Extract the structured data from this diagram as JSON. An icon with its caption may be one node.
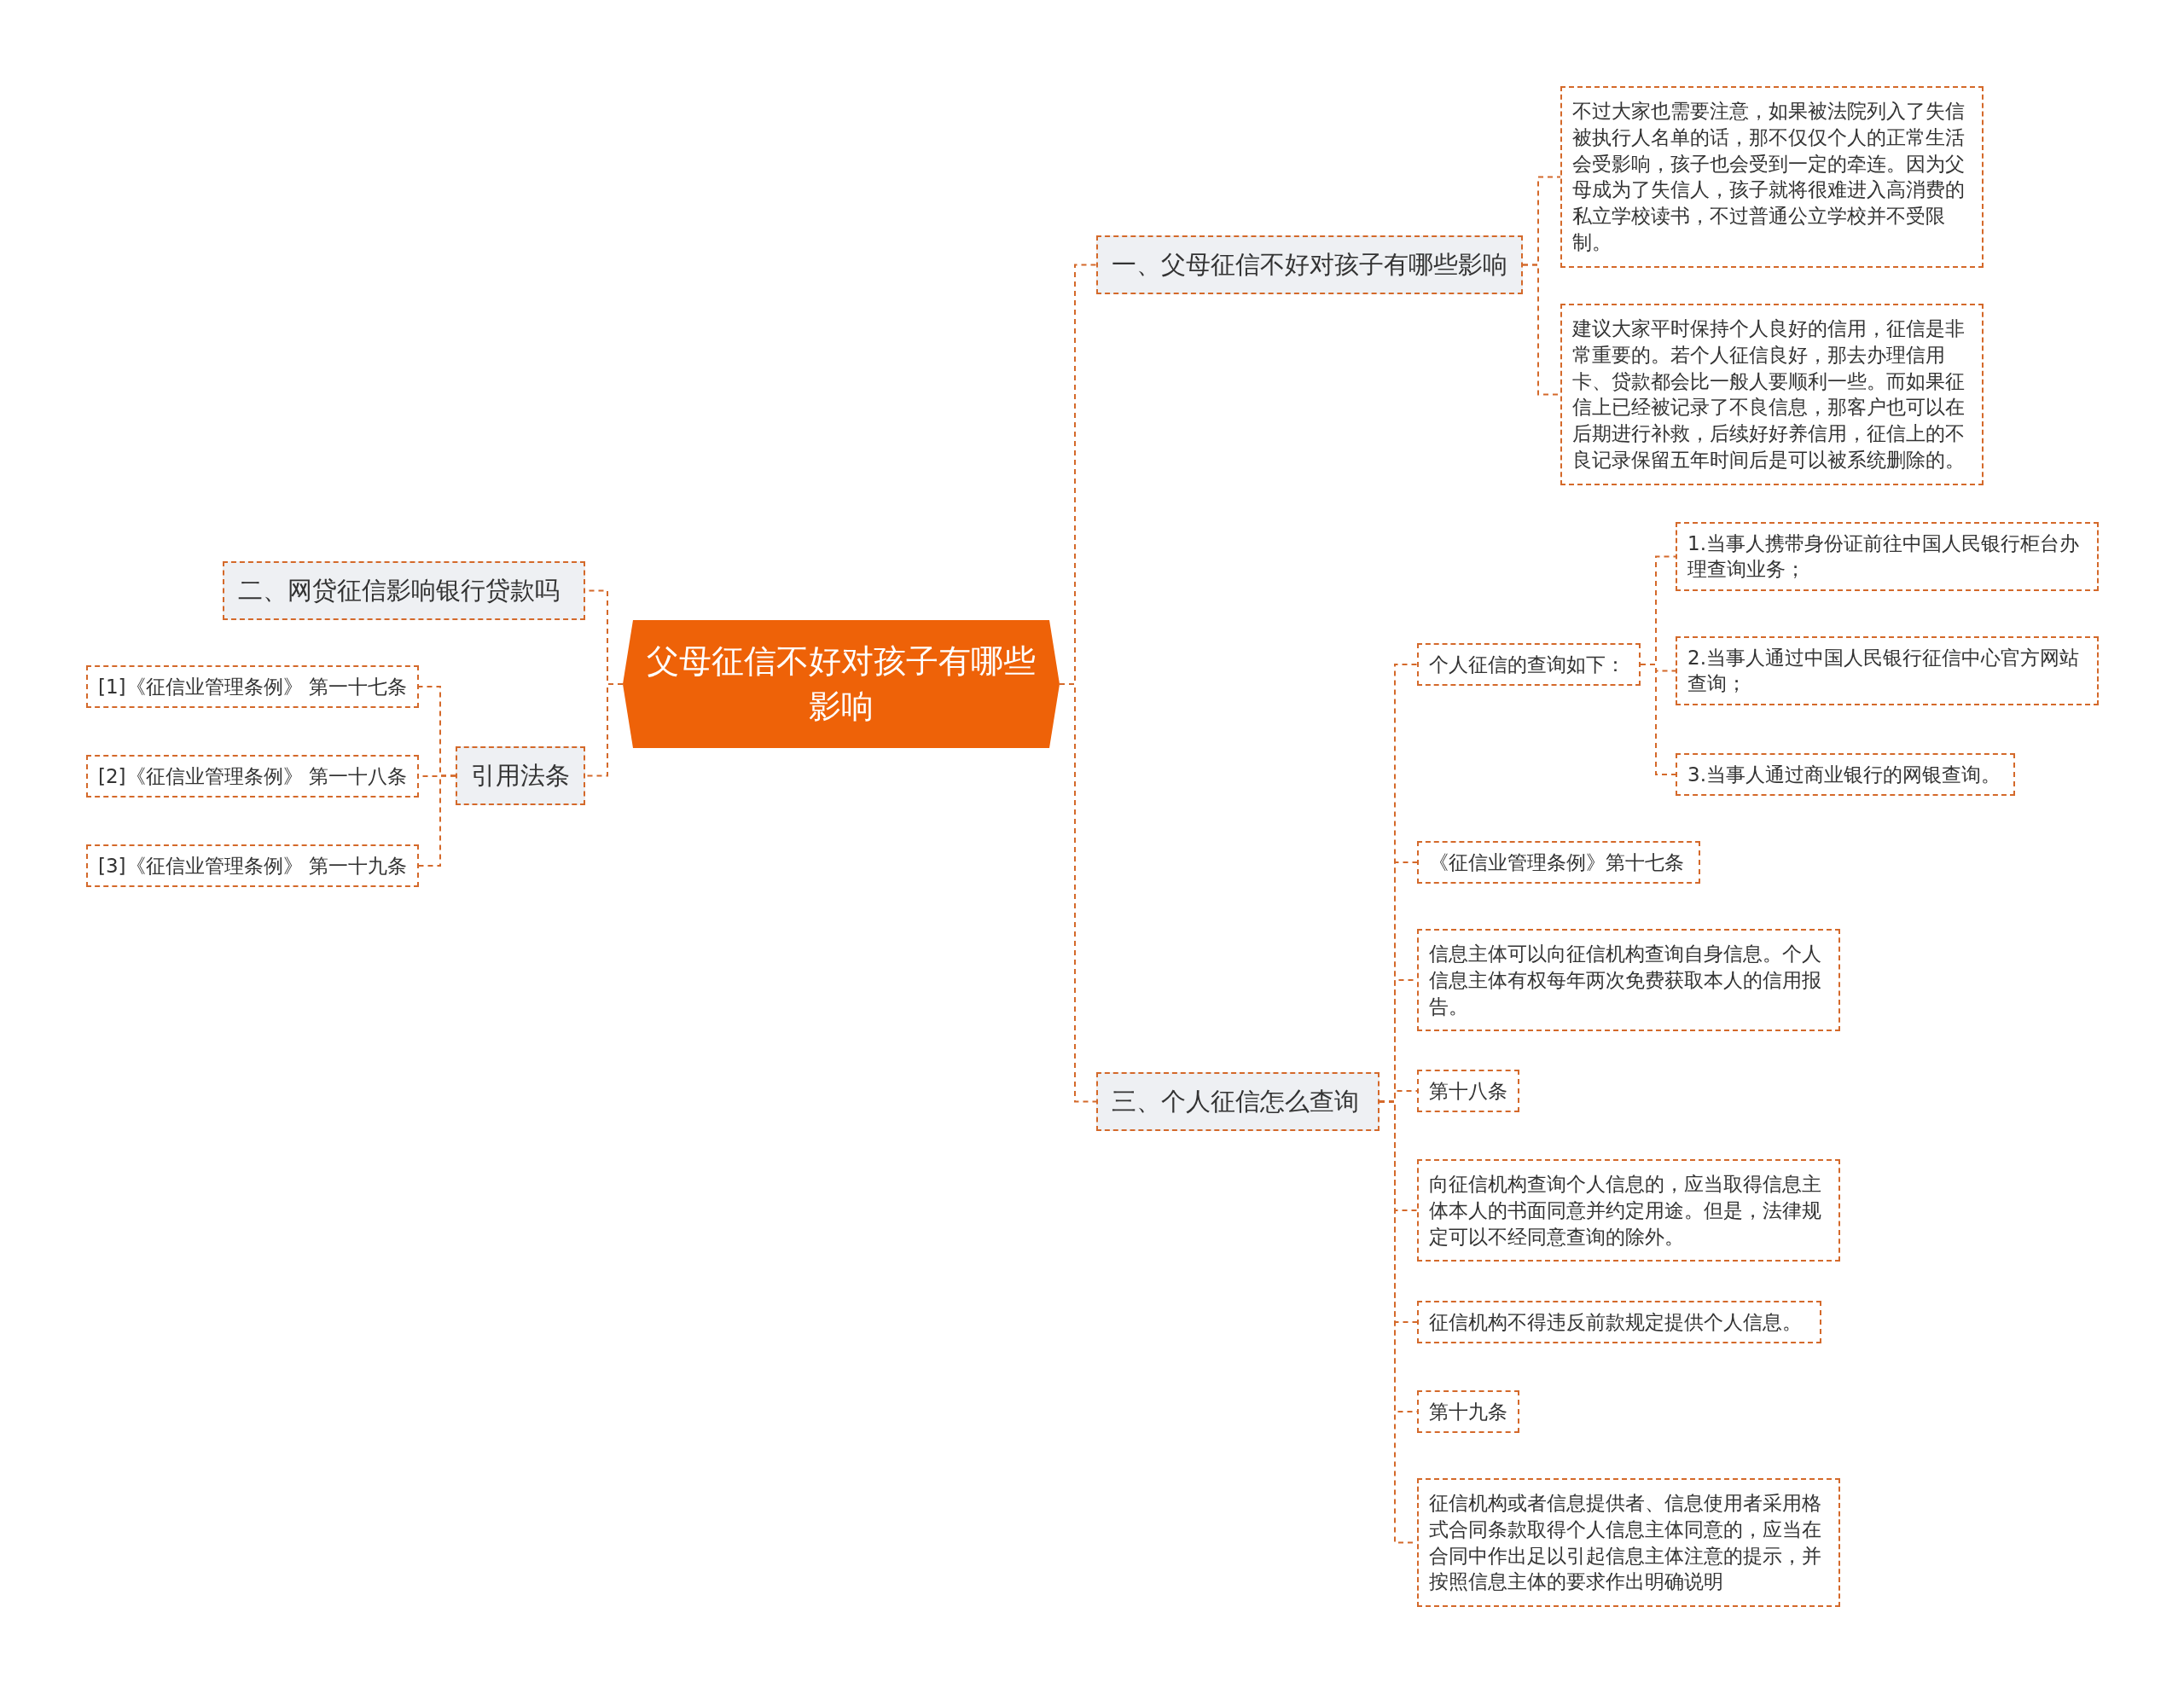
{
  "diagram": {
    "nodes": [
      {
        "text": [
          "父母征信不好对孩子有哪些影响"
        ]
      },
      {
        "text": [
          "一、父母征信不好对孩子有哪些影响"
        ]
      },
      {
        "text": [
          "不过大家也需要注意，如果被法院列入了失信被执行人名单的话，那不仅仅个人的正常生活会受影响，孩子也会受到一定的牵连。因为父母成为了失信人，孩子就将很难进入高消费的私立学校读书，不过普通公立学校并不受限制。"
        ]
      },
      {
        "text": [
          "建议大家平时保持个人良好的信用，征信是非常重要的。若个人征信良好，那去办理信用卡、贷款都会比一般人要顺利一些。而如果征信上已经被记录了不良信息，那客户也可以在后期进行补救，后续好好养信用，征信上的不良记录保留五年时间后是可以被系统删除的。"
        ]
      },
      {
        "text": [
          "二、网贷征信影响银行贷款吗"
        ]
      },
      {
        "text": [
          "引用法条"
        ]
      },
      {
        "text": [
          "[1]《征信业管理条例》 第一十七条"
        ]
      },
      {
        "text": [
          "[2]《征信业管理条例》 第一十八条"
        ]
      },
      {
        "text": [
          "[3]《征信业管理条例》 第一十九条"
        ]
      },
      {
        "text": [
          "三、个人征信怎么查询"
        ]
      },
      {
        "text": [
          "个人征信的查询如下："
        ]
      },
      {
        "text": [
          "1.当事人携带身份证前往中国人民银行柜台办理查询业务；"
        ]
      },
      {
        "text": [
          "2.当事人通过中国人民银行征信中心官方网站查询；"
        ]
      },
      {
        "text": [
          "3.当事人通过商业银行的网银查询。"
        ]
      },
      {
        "text": [
          "《征信业管理条例》第十七条"
        ]
      },
      {
        "text": [
          "信息主体可以向征信机构查询自身信息。个人信息主体有权每年两次免费获取本人的信用报告。"
        ]
      },
      {
        "text": [
          "第十八条"
        ]
      },
      {
        "text": [
          "向征信机构查询个人信息的，应当取得信息主体本人的书面同意并约定用途。但是，法律规定可以不经同意查询的除外。"
        ]
      },
      {
        "text": [
          "征信机构不得违反前款规定提供个人信息。"
        ]
      },
      {
        "text": [
          "第十九条"
        ]
      },
      {
        "text": [
          "征信机构或者信息提供者、信息使用者采用格式合同条款取得个人信息主体同意的，应当在合同中作出足以引起信息主体注意的提示，并按照信息主体的要求作出明确说明"
        ]
      }
    ],
    "edges": [
      {
        "from": 0,
        "to": 1,
        "arrow": "none"
      },
      {
        "from": 1,
        "to": 2,
        "arrow": "none"
      },
      {
        "from": 1,
        "to": 3,
        "arrow": "none"
      },
      {
        "from": 0,
        "to": 4,
        "arrow": "none"
      },
      {
        "from": 0,
        "to": 5,
        "arrow": "none"
      },
      {
        "from": 5,
        "to": 6,
        "arrow": "none"
      },
      {
        "from": 5,
        "to": 7,
        "arrow": "none"
      },
      {
        "from": 5,
        "to": 8,
        "arrow": "none"
      },
      {
        "from": 0,
        "to": 9,
        "arrow": "none"
      },
      {
        "from": 9,
        "to": 10,
        "arrow": "none"
      },
      {
        "from": 10,
        "to": 11,
        "arrow": "none"
      },
      {
        "from": 10,
        "to": 12,
        "arrow": "none"
      },
      {
        "from": 10,
        "to": 13,
        "arrow": "none"
      },
      {
        "from": 9,
        "to": 14,
        "arrow": "none"
      },
      {
        "from": 9,
        "to": 15,
        "arrow": "none"
      },
      {
        "from": 9,
        "to": 16,
        "arrow": "none"
      },
      {
        "from": 9,
        "to": 17,
        "arrow": "none"
      },
      {
        "from": 9,
        "to": 18,
        "arrow": "none"
      },
      {
        "from": 9,
        "to": 19,
        "arrow": "none"
      },
      {
        "from": 9,
        "to": 20,
        "arrow": "none"
      }
    ]
  }
}
